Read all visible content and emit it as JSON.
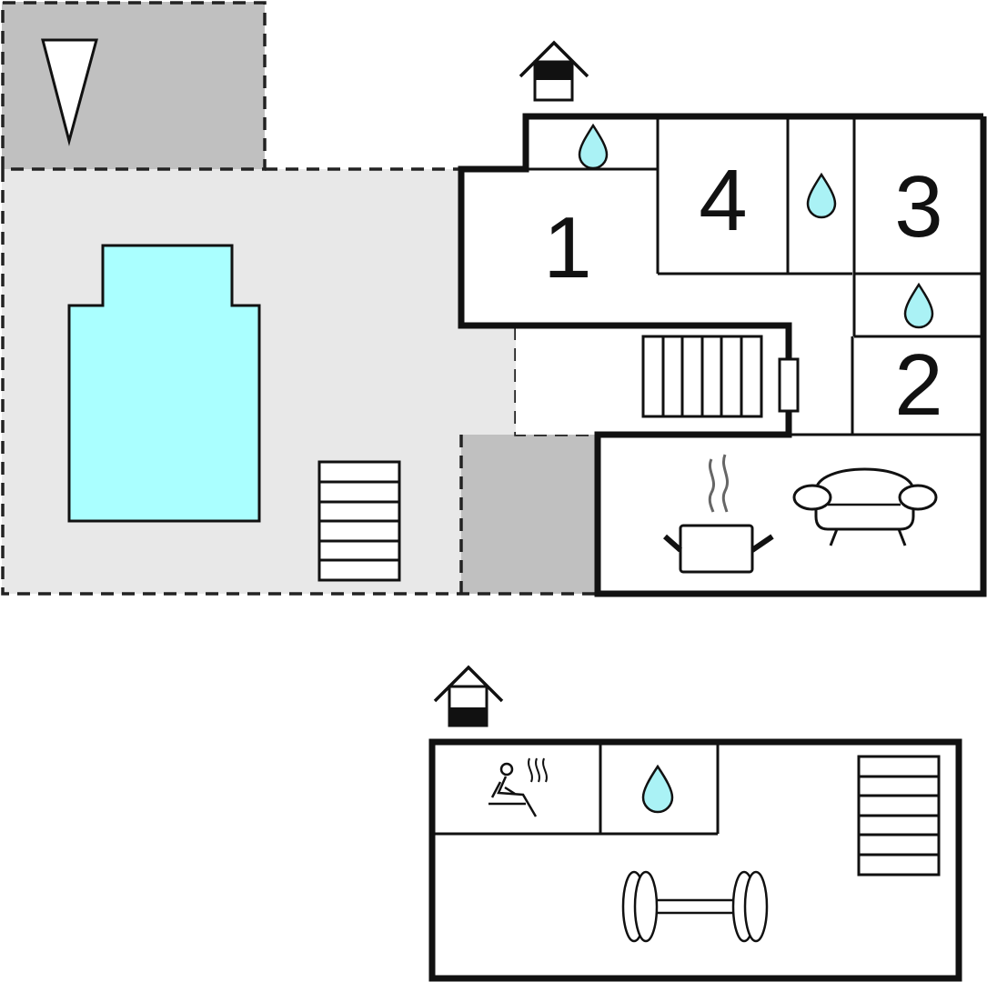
{
  "rooms": {
    "bedroom_1": "1",
    "bedroom_2": "2",
    "bedroom_3": "3",
    "bedroom_4": "4"
  },
  "icons": {
    "north": "north-arrow-icon",
    "entrance": "house-entrance-icon",
    "bathroom": "water-drop-icon",
    "kitchen": "cooking-pot-icon",
    "living": "sofa-icon",
    "sauna": "sauna-icon",
    "gym": "dumbbell-icon",
    "stairs": "stairs-icon",
    "pool": "swimming-pool-icon"
  },
  "colors": {
    "pool": "#aaffff",
    "terrace": "#e8e8e8",
    "covered_area": "#c0c0c0",
    "drop": "#aaf2f5",
    "walls": "#111111"
  }
}
